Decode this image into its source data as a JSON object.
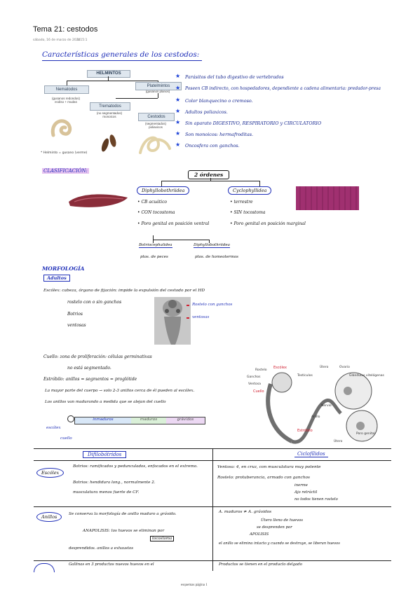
{
  "page": {
    "title": "Tema 21: cestodos",
    "meta": "sábado, 16 de marzo de 2024",
    "time": "1:15:1",
    "footer": "esquemas página 1"
  },
  "section1": {
    "heading": "Características generales de los cestodos:",
    "diagram": {
      "root": "HELMINTOS",
      "nematodos": "Nematodos",
      "nematodos_sub": "(gusanos redondos)\necdiso + mudas",
      "platelmintos": "Platelmintos",
      "platelmintos_sub": "(gusanos planos)",
      "trematodos": "Trematodos",
      "trematodos_sub": "(no segmentados)\nmonoicos",
      "cestodos": "Cestodos",
      "cestodos_sub": "(segmentados)\npoliaxicos",
      "footnote": "* Helminto = gusano (verme)"
    },
    "bullets": [
      "Parásitos del tubo digestivo de vertebrados",
      "Poseen CB indirecto, con hospedadores, dependiente a cadena alimentaria: predador-presa",
      "Color blanquecino o cremoso.",
      "Adultos poliaxicos.",
      "Sin aparato DIGESTIVO, RESPIRATORIO y CIRCULATORIO",
      "Son monoicos: hermafroditas.",
      "Oncosfera con ganchos."
    ]
  },
  "section2": {
    "heading": "CLASIFICACIÓN:",
    "orders": "2 órdenes",
    "left": {
      "name": "Diphyllobothriidea",
      "items": [
        "CB acuático",
        "CON tocostoma",
        "Poro genital en posición ventral"
      ],
      "sub1": "Botriocephalidea",
      "sub1_note": "ptos. de peces",
      "sub2": "Diphyllobothriidea",
      "sub2_note": "ptos. de homeotermos"
    },
    "right": {
      "name": "Cyclophyllidea",
      "items": [
        "terrestre",
        "SIN tocostoma",
        "Poro genital en posición marginal"
      ]
    }
  },
  "section3": {
    "heading": "MORFOLOGÍA",
    "adultos": "Adultos",
    "escolex": "Escólex: cabeza, órgano de fijación: impide la expulsión del cestodo por el HD",
    "escolex_items": [
      "rostelo con o sin ganchos",
      "Botrios",
      "ventosas"
    ],
    "photo_labels": [
      "Rostelo con ganchos",
      "ventosas"
    ],
    "cuello": "Cuello: zona de proliferación: células germinativas",
    "cuello_sub": "no está segmentado.",
    "estrobilo": "Estróbilo: anillos = segmentos = proglótide",
    "estrobilo_l1": "La mayor parte del cuerpo → solo 2-3 anillos cerca de él pueden al escólex.",
    "estrobilo_l2": "Los anillos van madurando a medida que se alejan del cuello",
    "bar": [
      "inmaduros",
      "maduros",
      "grávidos"
    ],
    "bar_labels": [
      "escólex",
      "cuello"
    ],
    "diagram_labels": [
      "Rostelo",
      "Ganchos",
      "Ventosa",
      "Escólex",
      "Cuello",
      "Útero",
      "Ovario",
      "Testículos",
      "Glándulas vitelógenas",
      "Nervio",
      "Anillo",
      "Estróbilo",
      "Útero",
      "Poro genital"
    ]
  },
  "table": {
    "col1": "Difilobótridos",
    "col2": "Ciclofílidos",
    "escolex_label": "Escólex",
    "escolex_left": [
      "Botrios: ramificados y pedunculados, enfocados en el extremo.",
      "Botrios: hendidura long., normalmente 2.",
      "musculatura menos fuerte de CF."
    ],
    "escolex_right": [
      "Ventosa: 4, en cruz, con musculatura muy potente",
      "Rostelo: protuberancia, armado con ganchos",
      "inerme",
      "Ajo retráctil",
      "no todos tienen rostelo"
    ],
    "anillos_label": "Anillos",
    "anillos_left": [
      "Se conserva la morfología de anillo maduro a grávido.",
      "ANAPOLISIS: los huevos se eliminan por",
      "tocostoma",
      "desprendidos. anillos a exhaustos"
    ],
    "anillos_right": [
      "A. maduros ≠ A. grávidos",
      "Útero lleno de huevos",
      "se desprenden por",
      "APOLISIS",
      "el anillo se elimina intacto y cuando se destruye, se liberan huevos"
    ],
    "row3_left": "Gallinas en 3 productos nuevos huevos en el",
    "row3_right": "Productos se tienen en el producto delgado"
  }
}
